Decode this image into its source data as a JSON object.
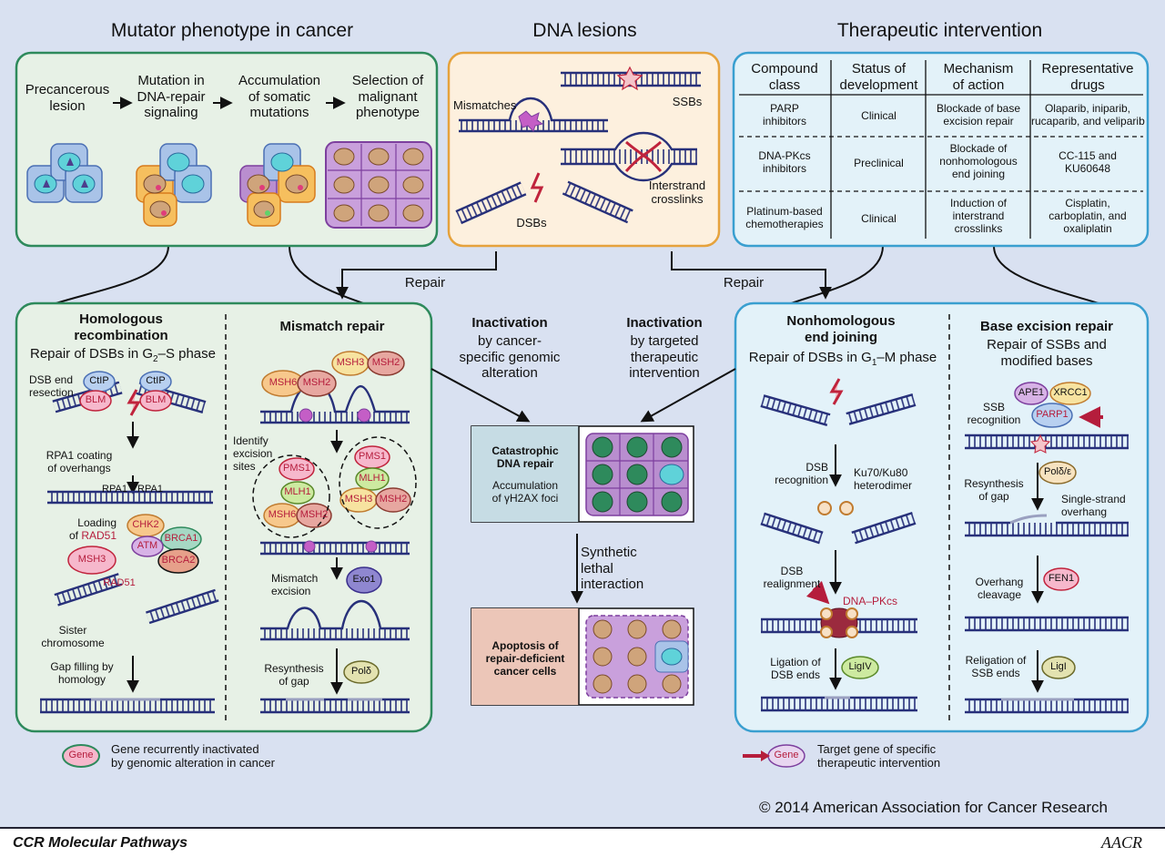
{
  "titles": {
    "mutator": "Mutator phenotype in cancer",
    "lesions": "DNA lesions",
    "therapeutic": "Therapeutic intervention"
  },
  "mutator": {
    "step1": "Precancerous\nlesion",
    "step2": "Mutation in\nDNA-repair\nsignaling",
    "step3": "Accumulation\nof somatic\nmutations",
    "step4": "Selection of\nmalignant\nphenotype"
  },
  "lesions": {
    "mismatches": "Mismatches",
    "ssbs": "SSBs",
    "interstrand": "Interstrand\ncrosslinks",
    "dsbs": "DSBs"
  },
  "table": {
    "headers": [
      "Compound\nclass",
      "Status of\ndevelopment",
      "Mechanism\nof action",
      "Representative\ndrugs"
    ],
    "rows": [
      [
        "PARP\ninhibitors",
        "Clinical",
        "Blockade of base\nexcision repair",
        "Olaparib, iniparib,\nrucaparib, and veliparib"
      ],
      [
        "DNA-PKcs\ninhibitors",
        "Preclinical",
        "Blockade of\nnonhomologous\nend joining",
        "CC-115 and\nKU60648"
      ],
      [
        "Platinum-based\nchemotherapies",
        "Clinical",
        "Induction of\ninterstrand\ncrosslinks",
        "Cisplatin,\ncarboplatin, and\noxaliplatin"
      ]
    ]
  },
  "repair_label": "Repair",
  "hr": {
    "title": "Homologous\nrecombination",
    "subtitle": "Repair of DSBs in G",
    "subscript": "2",
    "subtitle_end": "–S phase",
    "dsb_end": "DSB end\nresection",
    "rpa_coating": "RPA1 coating\nof overhangs",
    "rpa1": "RPA1",
    "loading": "Loading\nof ",
    "rad51": "RAD51",
    "sister": "Sister\nchromosome",
    "gap": "Gap filling by\nhomology"
  },
  "mmr": {
    "title": "Mismatch repair",
    "identify": "Identify\nexcision\nsites",
    "excision": "Mismatch\nexcision",
    "resynth": "Resynthesis\nof gap"
  },
  "center": {
    "inact1": "Inactivation",
    "inact1_sub": "by cancer-\nspecific genomic\nalteration",
    "inact2": "Inactivation",
    "inact2_sub": "by targeted\ntherapeutic\nintervention",
    "catastrophic": "Catastrophic\nDNA repair",
    "accum": "Accumulation\nof γH2AX foci",
    "synthetic": "Synthetic\nlethal\ninteraction",
    "apoptosis": "Apoptosis of\nrepair-deficient\ncancer cells"
  },
  "nhej": {
    "title": "Nonhomologous\nend joining",
    "subtitle": "Repair of DSBs in G",
    "subscript": "1",
    "subtitle_end": "–M phase",
    "dsb_recog": "DSB\nrecognition",
    "ku": "Ku70/Ku80\nheterodimer",
    "realign": "DSB\nrealignment",
    "dnapkcs": "DNA–PKcs",
    "ligation": "Ligation of\nDSB ends"
  },
  "ber": {
    "title": "Base excision repair",
    "subtitle": "Repair of SSBs and\nmodified bases",
    "ssb_recog": "SSB\nrecognition",
    "resynth": "Resynthesis\nof gap",
    "single": "Single-strand\noverhang",
    "overhang": "Overhang\ncleavage",
    "religation": "Religation of\nSSB ends"
  },
  "proteins": {
    "ctip": "CtIP",
    "blm": "BLM",
    "chk2": "CHK2",
    "brca1": "BRCA1",
    "atm": "ATM",
    "brca2": "BRCA2",
    "msh3": "MSH3",
    "msh6": "MSH6",
    "msh2": "MSH2",
    "pms1": "PMS1",
    "mlh1": "MLH1",
    "exo1": "Exo1",
    "pold": "Polδ",
    "ape1": "APE1",
    "xrcc1": "XRCC1",
    "parp1": "PARP1",
    "polde": "Polδ/ε",
    "fen1": "FEN1",
    "ligi": "LigI",
    "ligiv": "LigIV"
  },
  "legend": {
    "gene": "Gene",
    "left_text": "Gene recurrently inactivated\nby genomic alteration in cancer",
    "right_text": "Target gene of specific\ntherapeutic intervention"
  },
  "copyright": "© 2014 American Association for Cancer Research",
  "footer": {
    "left": "CCR Molecular Pathways",
    "right": "AACR"
  },
  "colors": {
    "background": "#d9e1f1",
    "green_border": "#2e8a5c",
    "orange_border": "#e6a23c",
    "blue_border": "#3a9fd0",
    "dna": "#27307a",
    "red": "#b51d3c"
  }
}
